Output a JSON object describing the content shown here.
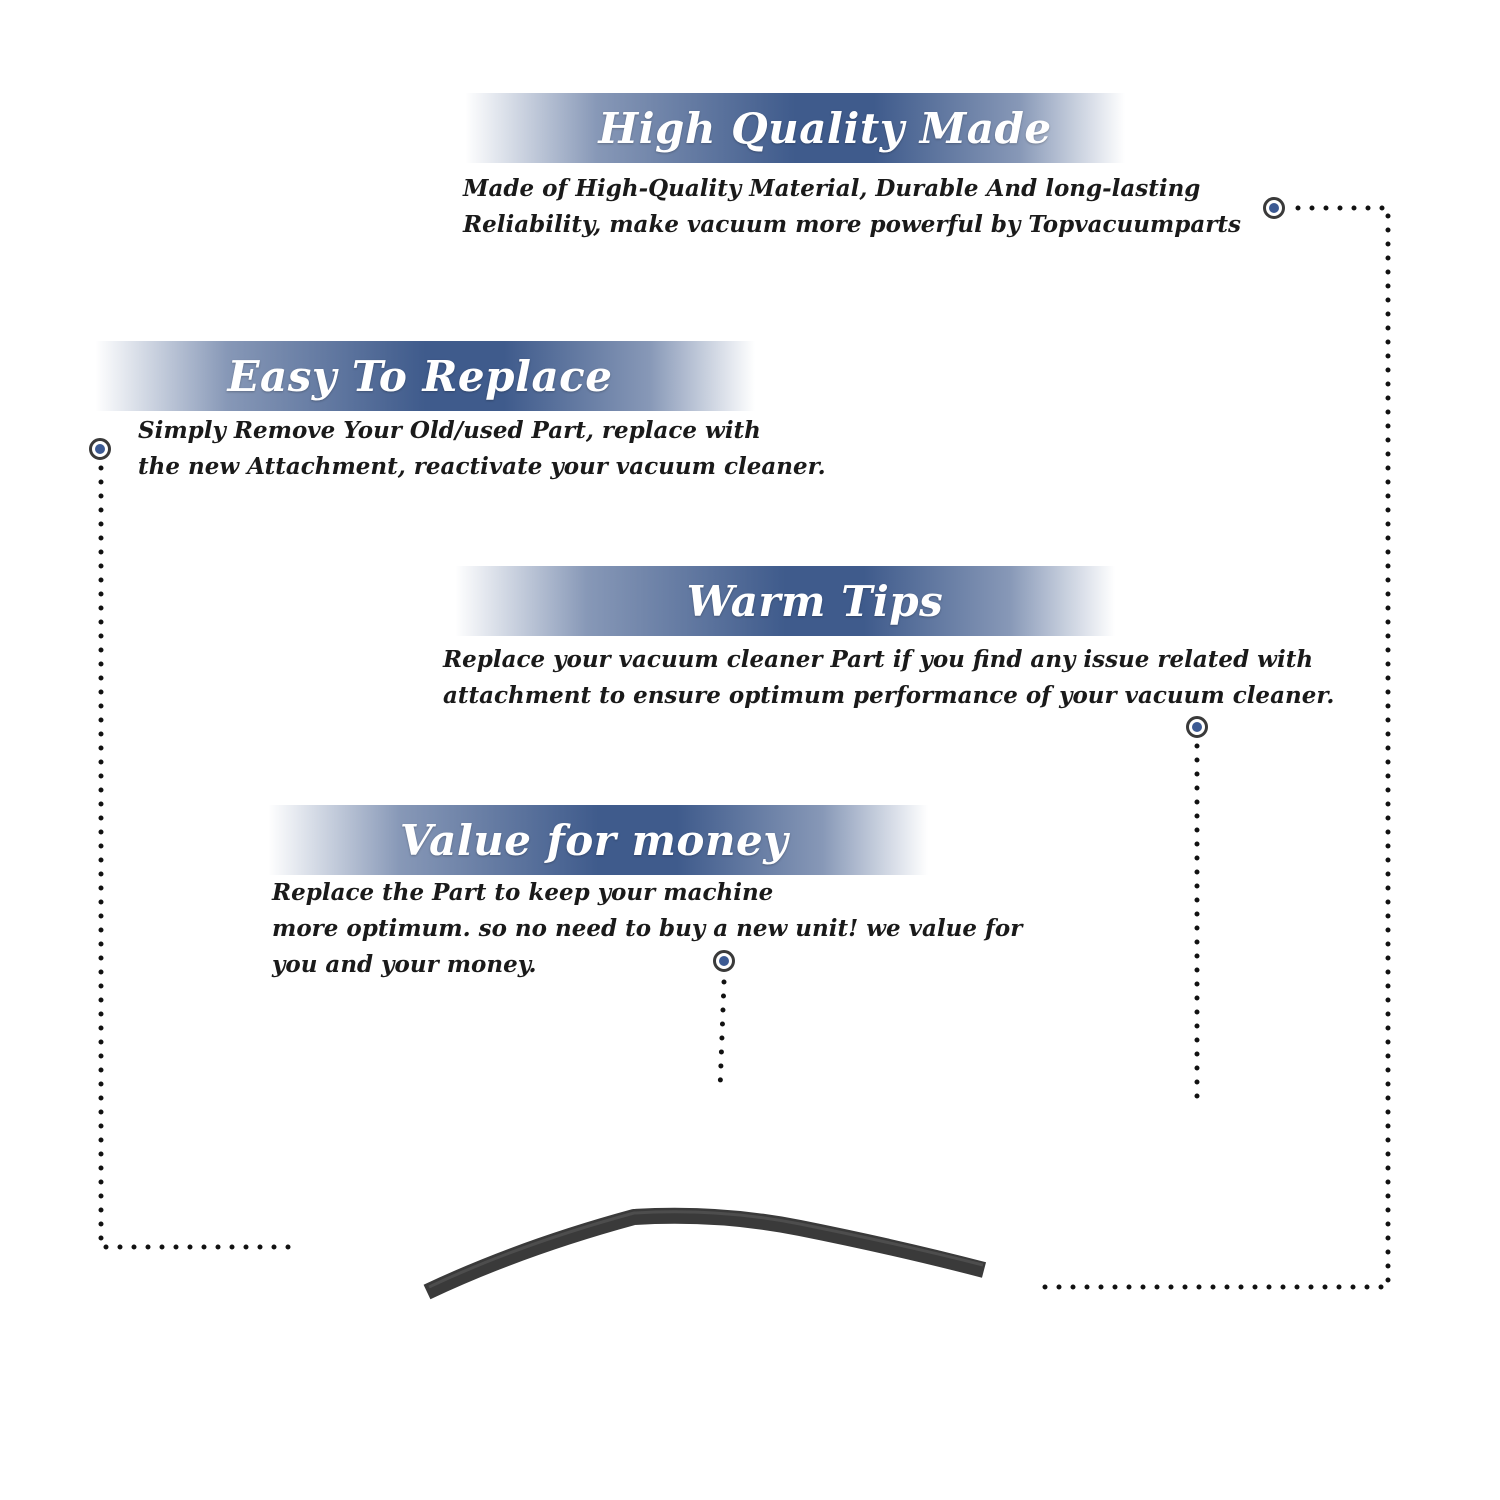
{
  "colors": {
    "banner_accent": "#3f5b8c",
    "marker_fill": "#3c5a93",
    "dots": "#111111",
    "part": "#3a3a3a"
  },
  "sections": [
    {
      "title": "High Quality Made",
      "lines": [
        "Made of  High-Quality Material, Durable And long-lasting",
        "Reliability, make vacuum more powerful by Topvacuumparts"
      ]
    },
    {
      "title": "Easy To Replace",
      "lines": [
        "Simply Remove Your Old/used Part, replace with",
        "the new Attachment, reactivate your vacuum cleaner."
      ]
    },
    {
      "title": "Warm Tips",
      "lines": [
        "Replace your vacuum cleaner Part if you find any issue related with",
        " attachment to ensure optimum performance of your vacuum cleaner."
      ]
    },
    {
      "title": "Value for money",
      "lines": [
        "Replace the Part to keep your machine",
        "more optimum. so no need to buy a new unit! we value for",
        "you and your money."
      ]
    }
  ],
  "icons": {
    "marker": "target-dot-icon",
    "part": "vacuum-belt-strip-icon"
  }
}
